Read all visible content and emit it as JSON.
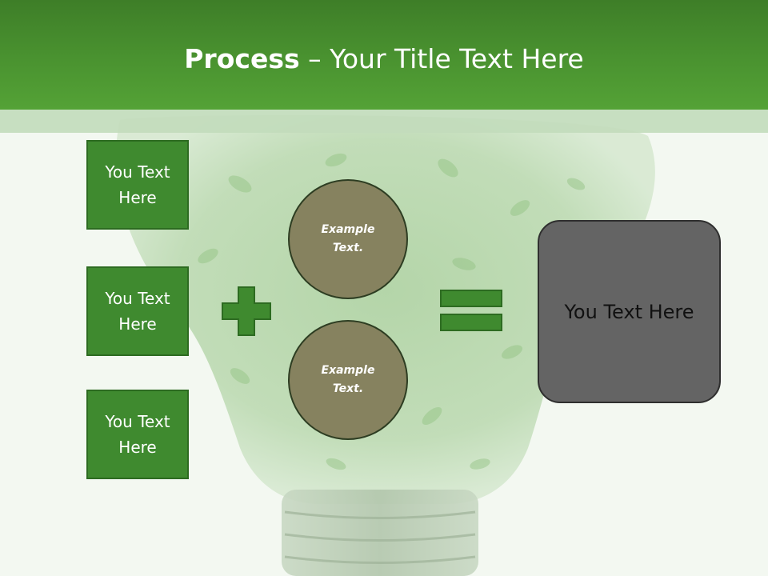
{
  "slide": {
    "title_bold": "Process",
    "title_separator": " – ",
    "title_rest": "Your Title Text Here"
  },
  "left_boxes": [
    {
      "label": "You Text Here"
    },
    {
      "label": "You Text Here"
    },
    {
      "label": "You Text Here"
    }
  ],
  "circles": [
    {
      "label": "Example Text."
    },
    {
      "label": "Example Text."
    }
  ],
  "result": {
    "label": "You Text Here"
  },
  "icons": {
    "plus": "plus-icon",
    "equals": "equals-icon"
  },
  "colors": {
    "title_bar": "#4a9330",
    "box_fill": "#3f8a2f",
    "circle_fill": "#86825f",
    "result_fill": "#646464",
    "background": "#f3f8f1"
  }
}
